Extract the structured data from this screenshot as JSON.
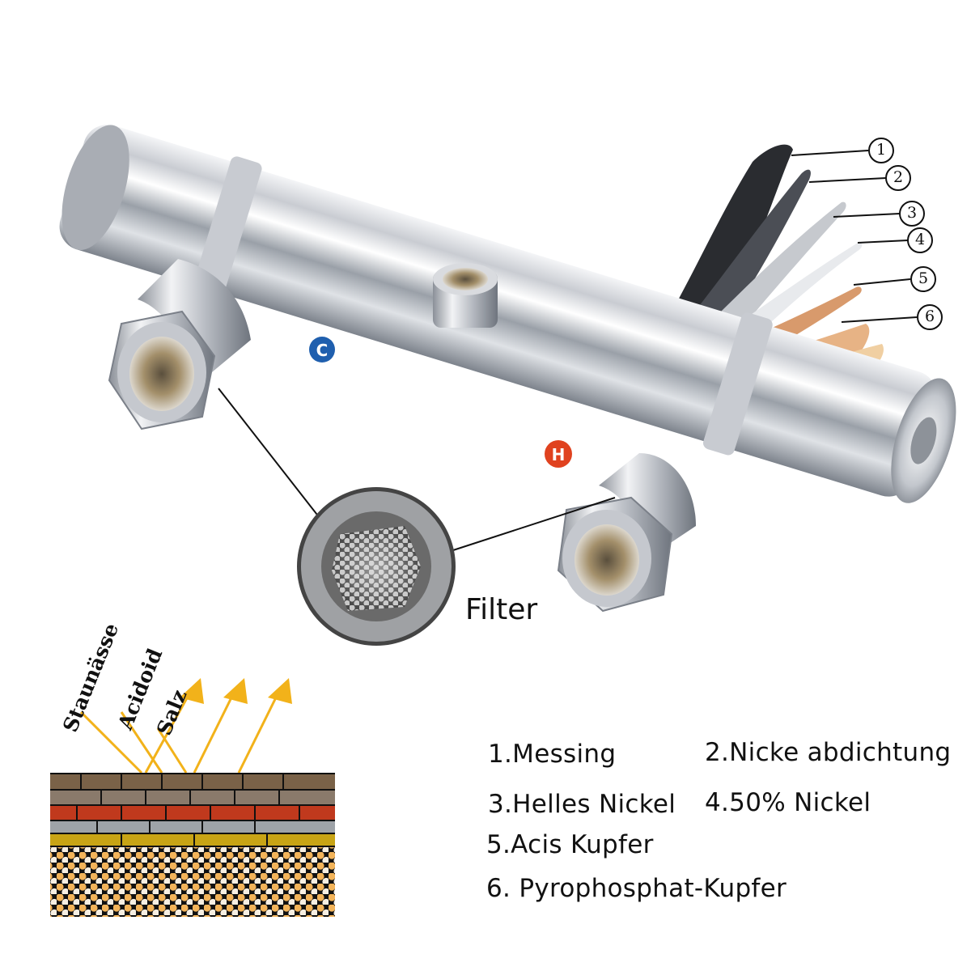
{
  "markers": {
    "cold": "C",
    "hot": "H",
    "cold_color": "#1f5fae",
    "hot_color": "#e0421f"
  },
  "callouts": {
    "filter_label": "Filter",
    "layers": [
      "1",
      "2",
      "3",
      "4",
      "5",
      "6"
    ]
  },
  "protection_diagram": {
    "threats": [
      "Staunässe",
      "Acidoid",
      "Salz"
    ],
    "arrow_color": "#f2b21a"
  },
  "legend": {
    "items": [
      "1.Messing",
      "2.Nicke abdichtung",
      "3.Helles Nickel",
      "4.50% Nickel",
      "5.Acis Kupfer",
      "6. Pyrophosphat-Kupfer"
    ]
  }
}
